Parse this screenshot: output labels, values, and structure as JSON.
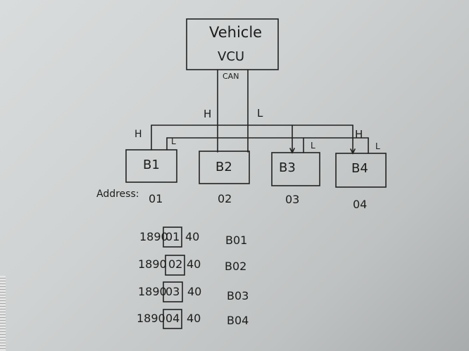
{
  "vcu": {
    "line1": "Vehicle",
    "line2": "VCU",
    "bus_label": "CAN"
  },
  "bus": {
    "high": "H",
    "low": "L"
  },
  "batteries": [
    {
      "label": "B1",
      "address": "01"
    },
    {
      "label": "B2",
      "address": "02"
    },
    {
      "label": "B3",
      "address": "03"
    },
    {
      "label": "B4",
      "address": "04"
    }
  ],
  "address_label": "Address:",
  "can_ids": [
    {
      "prefix": "1890",
      "boxed": "01",
      "suffix": "40",
      "name": "B01"
    },
    {
      "prefix": "1890",
      "boxed": "02",
      "suffix": "40",
      "name": "B02"
    },
    {
      "prefix": "1890",
      "boxed": "03",
      "suffix": "40",
      "name": "B03"
    },
    {
      "prefix": "1890",
      "boxed": "04",
      "suffix": "40",
      "name": "B04"
    }
  ]
}
